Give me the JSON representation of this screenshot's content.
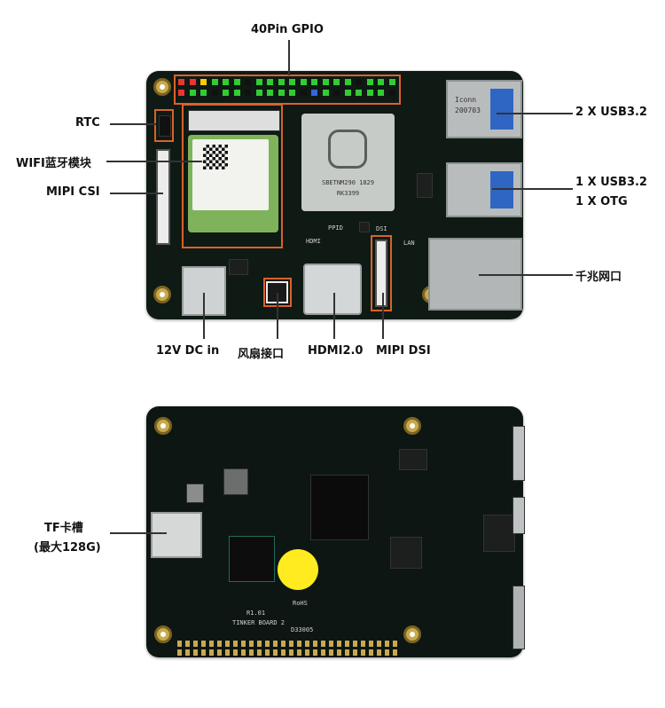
{
  "labels": {
    "gpio": "40Pin GPIO",
    "rtc": "RTC",
    "wifi": "WIFI蓝牙模块",
    "mipi_csi": "MIPI CSI",
    "usb32_x2": "2 X USB3.2",
    "usb32_x1": "1 X USB3.2",
    "otg": "1 X OTG",
    "ethernet": "千兆网口",
    "dc_in": "12V DC in",
    "fan": "风扇接口",
    "hdmi": "HDMI2.0",
    "mipi_dsi": "MIPI DSI",
    "tf_slot": "TF卡槽",
    "tf_max": "(最大128G)"
  },
  "board_silkscreen": {
    "soc_line1": "SBETNM290 1829",
    "soc_line2": "RK3399",
    "hdmi": "HDMI",
    "dsi": "DSI",
    "lan": "LAN",
    "ppid": "PPID",
    "usb_top_line1": "Iconn",
    "usb_top_line2": "200703",
    "bottom_model": "TINKER BOARD 2",
    "bottom_rev": "R1.01",
    "bottom_rohs": "RoHS",
    "bottom_code": "D33005"
  },
  "colors": {
    "pcb": "#0f1a14",
    "highlight_box": "#d9622b",
    "usb_tongue": "#2f66c4",
    "yellow_marker": "#ffeb1f"
  }
}
